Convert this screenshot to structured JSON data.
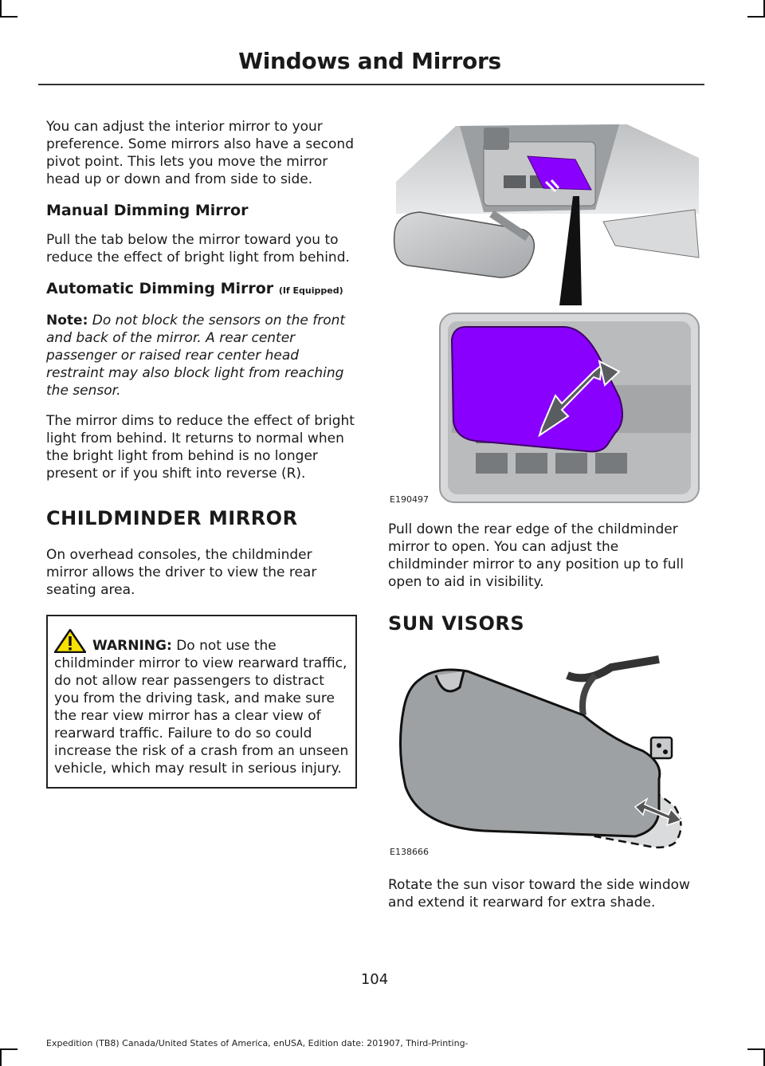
{
  "header": {
    "title": "Windows and Mirrors"
  },
  "left": {
    "intro": "You can adjust the interior mirror to your preference. Some mirrors also have a second pivot point. This lets you move the mirror head up or down and from side to side.",
    "manual_heading": "Manual Dimming Mirror",
    "manual_body": "Pull the tab below the mirror toward you to reduce the effect of bright light from behind.",
    "auto_heading": "Automatic Dimming Mirror",
    "auto_heading_suffix": "(If Equipped)",
    "note_label": "Note:",
    "note_text": "Do not block the sensors on the front and back of the mirror. A rear center passenger or raised rear center head restraint may also block light from reaching the sensor.",
    "auto_body": "The mirror dims to reduce the effect of bright light from behind. It returns to normal when the bright light from behind is no longer present or if you shift into reverse (R).",
    "childminder_heading": "CHILDMINDER MIRROR",
    "childminder_body": "On overhead consoles, the childminder mirror allows the driver to view the rear seating area.",
    "warning_label": "WARNING:",
    "warning_text": "Do not use the childminder mirror to view rearward traffic, do not allow rear passengers to distract you from the driving task, and make sure the rear view mirror has a clear view of rearward traffic. Failure to do so could increase the risk of a crash from an unseen vehicle, which may result in serious injury."
  },
  "right": {
    "fig1_id": "E190497",
    "childminder_instructions": "Pull down the rear edge of the childminder mirror to open. You can adjust the childminder mirror to any position up to full open to aid in visibility.",
    "sunvisors_heading": "SUN VISORS",
    "fig2_id": "E138666",
    "sunvisor_instructions": "Rotate the sun visor toward the side window and extend it rearward for extra shade."
  },
  "page_number": "104",
  "footer": "Expedition (TB8) Canada/United States of America, enUSA, Edition date: 201907, Third-Printing-",
  "colors": {
    "highlight": "#8a00ff",
    "text": "#1a1a1a"
  }
}
